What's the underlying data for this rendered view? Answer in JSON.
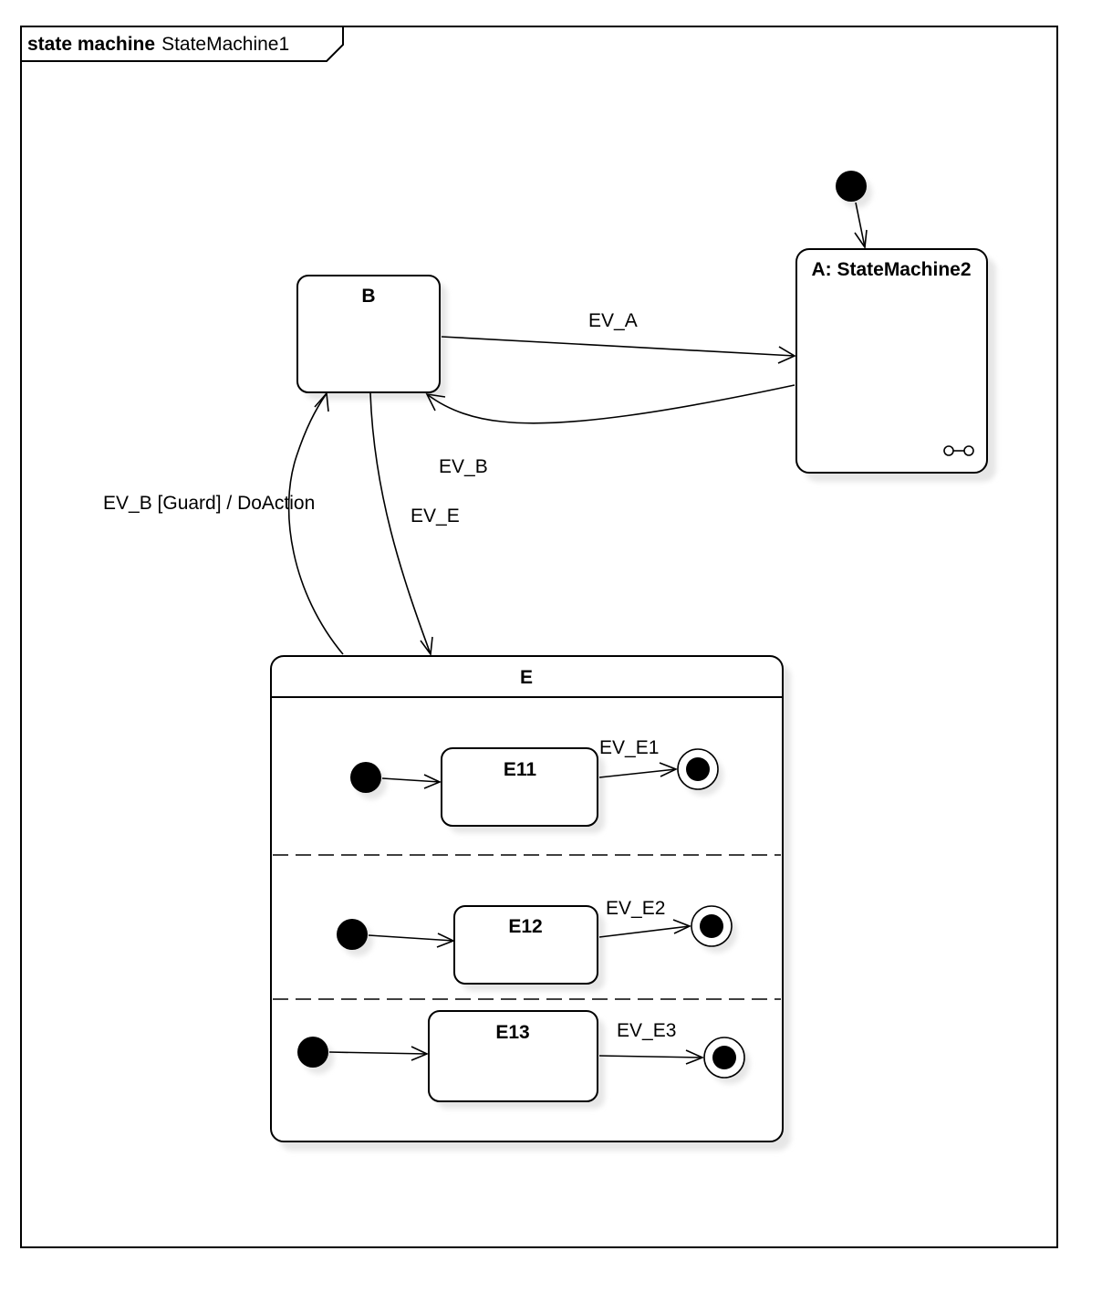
{
  "frame": {
    "keyword": "state machine",
    "name": "StateMachine1"
  },
  "states": {
    "b": {
      "name": "B"
    },
    "a": {
      "name": "A: StateMachine2"
    },
    "e": {
      "name": "E"
    },
    "e11": {
      "name": "E11"
    },
    "e12": {
      "name": "E12"
    },
    "e13": {
      "name": "E13"
    }
  },
  "transitions": {
    "b_to_a": "EV_A",
    "a_to_b": "EV_B",
    "b_to_e": "EV_E",
    "e_to_b": "EV_B [Guard] / DoAction",
    "e11_to_final": "EV_E1",
    "e12_to_final": "EV_E2",
    "e13_to_final": "EV_E3"
  }
}
